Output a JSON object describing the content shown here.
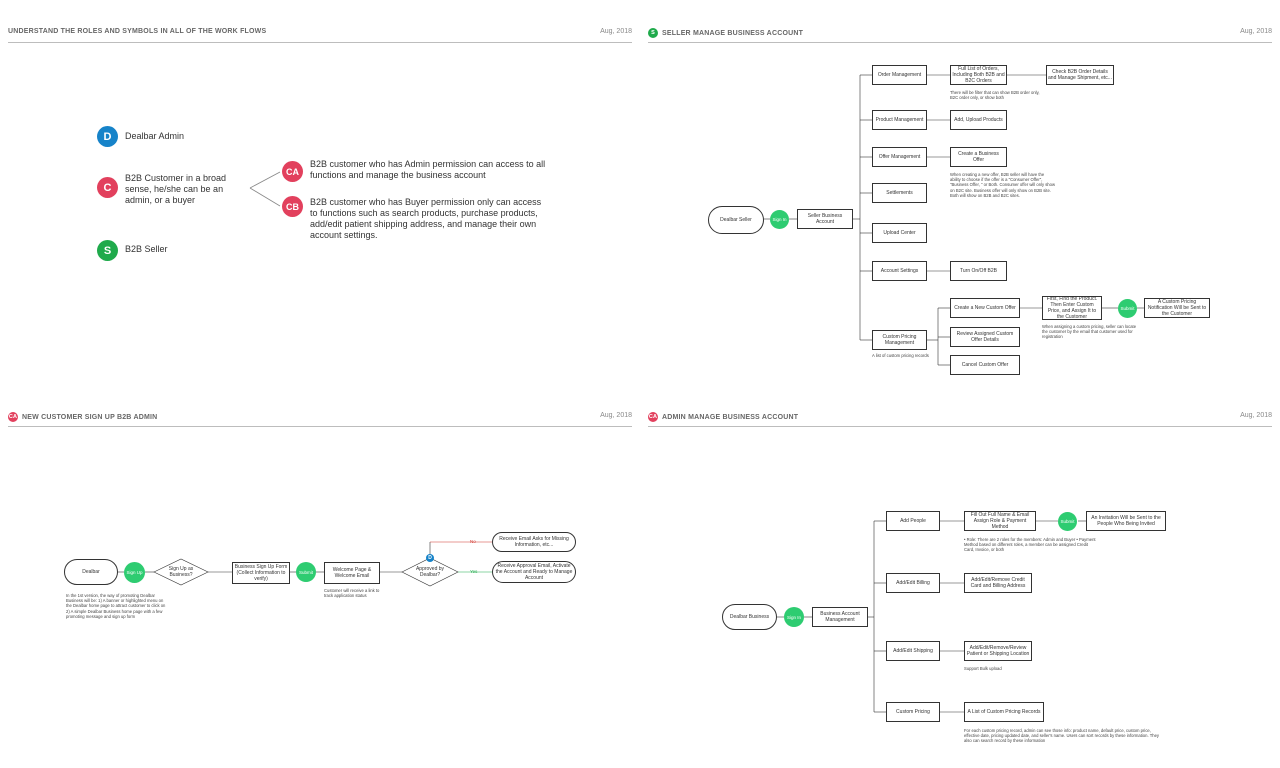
{
  "panels": {
    "roles": {
      "title": "UNDERSTAND THE ROLES AND SYMBOLS IN ALL OF THE WORK FLOWS",
      "date": "Aug, 2018",
      "items": [
        {
          "badge": "D",
          "text": "Dealbar Admin"
        },
        {
          "badge": "C",
          "text": "B2B Customer in a broad sense, he/she can be an admin, or a buyer"
        },
        {
          "badge": "S",
          "text": "B2B Seller"
        }
      ],
      "sub": [
        {
          "badge": "CA",
          "text": "B2B customer who has Admin permission can access to all functions and manage the business account"
        },
        {
          "badge": "CB",
          "text": "B2B customer who has Buyer permission only can access to functions such as search products, purchase products, add/edit patient shipping address, and manage their own account settings."
        }
      ]
    },
    "seller": {
      "badge": "S",
      "title": "SELLER MANAGE BUSINESS ACCOUNT",
      "date": "Aug, 2018",
      "start": "Dealbar Seller",
      "signin": "Sign In",
      "account": "Seller Business Account",
      "branches": [
        "Order Management",
        "Product Management",
        "Offer Management",
        "Settlements",
        "Upload Center",
        "Account Settings",
        "Custom Pricing Management"
      ],
      "order_next": "Full List of Orders, Including Both B2B and B2C Orders",
      "order_next2": "Check B2B Order Details and Manage Shipment, etc...",
      "order_note": "There will be filter that can show B2B order only, B2C order only, or show both",
      "product_next": "Add, Upload Products",
      "offer_next": "Create a Business Offer",
      "offer_note": "When creating a new offer, B2B seller will have the ability to choose if the offer is a \"Consumer Offer\", \"Business Offer, \" or Both. Consumer offer will only show on B2C site. Business offer will only show on B2B site. Both will show on B2B and B2C sites.",
      "account_next": "Turn On/Off B2B",
      "custom_next": [
        "Create a New Custom Offer",
        "Review Assigned Custom Offer Details",
        "Cancel Custom Offer"
      ],
      "custom_step": "First, Find the Product. Then Enter Custom Price, and Assign It to the Customer",
      "submit": "Submit",
      "custom_end": "A Custom Pricing Notification Will be Sent to the Customer",
      "custom_note": "When assigning a custom pricing, seller can locate the customer by the email that customer used for registration",
      "custom_list_note": "A list of custom pricing records"
    },
    "signup": {
      "badge": "CA",
      "title": "NEW CUSTOMER SIGN UP B2B ADMIN",
      "date": "Aug, 2018",
      "start": "Dealbar",
      "signup": "Sign Up",
      "q1": "Sign Up as Business?",
      "form": "Business Sign Up Form (Collect Information to verify)",
      "submit": "Submit",
      "welcome": "Welcome Page & Welcome Email",
      "welcome_note": "Customer will receive a link to track application status",
      "q2": "Approved by Dealbar?",
      "q2_badge": "D",
      "no": "No",
      "yes": "Yes",
      "no_result": "Receive Email Asks for Missing Information, etc...",
      "yes_result": "Receive Approval Email, Activate the Account and Ready to Manage Account",
      "start_note": "In the 1st version, the way of promoting Dealbar Business will be: 1) A banner or highlighted menu on the Dealbar home page to attract customer to click on 2) A simple Dealbar Business home page with a few promoting message and sign up form"
    },
    "admin": {
      "badge": "CA",
      "title": "ADMIN MANAGE BUSINESS ACCOUNT",
      "date": "Aug, 2018",
      "start": "Dealbar Business",
      "signin": "Sign In",
      "account": "Business Account Management",
      "branches": [
        "Add People",
        "Add/Edit Billing",
        "Add/Edit Shipping",
        "Custom Pricing"
      ],
      "people_next": "Fill Out Full Name & Email Assign Role & Payment Method",
      "submit": "Submit",
      "people_end": "An Invitation Will be Sent to the People Who Being Invited",
      "people_note": "• Role: There are 2 roles for the members: Admin and Buyer • Payment Method based on different roles, a member can be assigned Credit Card, Invoice, or both",
      "billing_next": "Add/Edit/Remove Credit Card and Billing Address",
      "shipping_next": "Add/Edit/Remove/Review Patient or Shipping Location",
      "shipping_note": "Support Bulk upload",
      "pricing_next": "A List of Custom Pricing Records",
      "pricing_note": "For each custom pricing record, admin can see those info: product name, default price, custom price, effective date, pricing updated date, and seller's name. Users can sort records by these information. They also can search record by these information"
    }
  },
  "colors": {
    "green": "#1faa4b",
    "pink": "#e2405d",
    "blue": "#1683c9",
    "no": "#d0342c",
    "yes": "#1faa4b"
  }
}
